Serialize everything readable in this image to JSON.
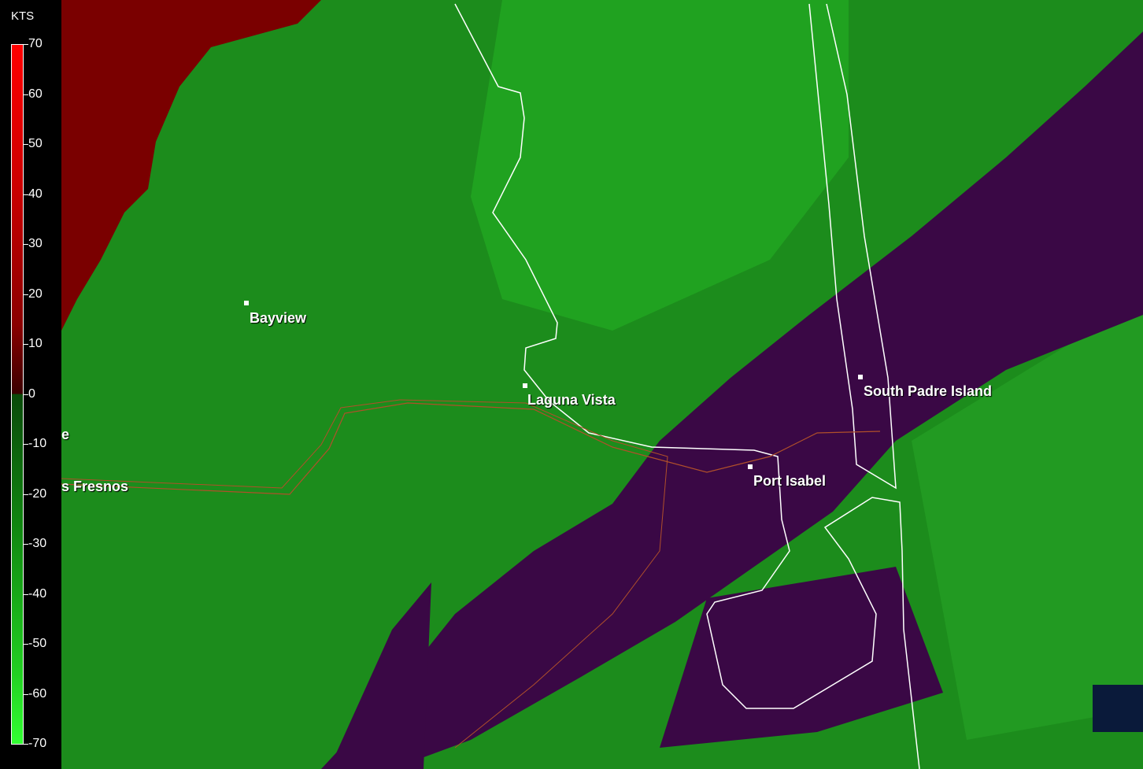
{
  "legend": {
    "unit": "KTS",
    "ticks": [
      "70",
      "60",
      "50",
      "40",
      "30",
      "20",
      "10",
      "0",
      "-10",
      "-20",
      "-30",
      "-40",
      "-50",
      "-60",
      "-70"
    ]
  },
  "cities": [
    {
      "name": "Bayview"
    },
    {
      "name": "Laguna Vista"
    },
    {
      "name": "Port Isabel"
    },
    {
      "name": "South Padre Island"
    },
    {
      "name": "e"
    },
    {
      "name": "s Fresnos"
    }
  ],
  "colors": {
    "inbound": "#1e9a1e",
    "outbound": "#8a0000",
    "range_folded": "#3a0845",
    "boundary": "#ffffff",
    "road": "#b0502a"
  }
}
